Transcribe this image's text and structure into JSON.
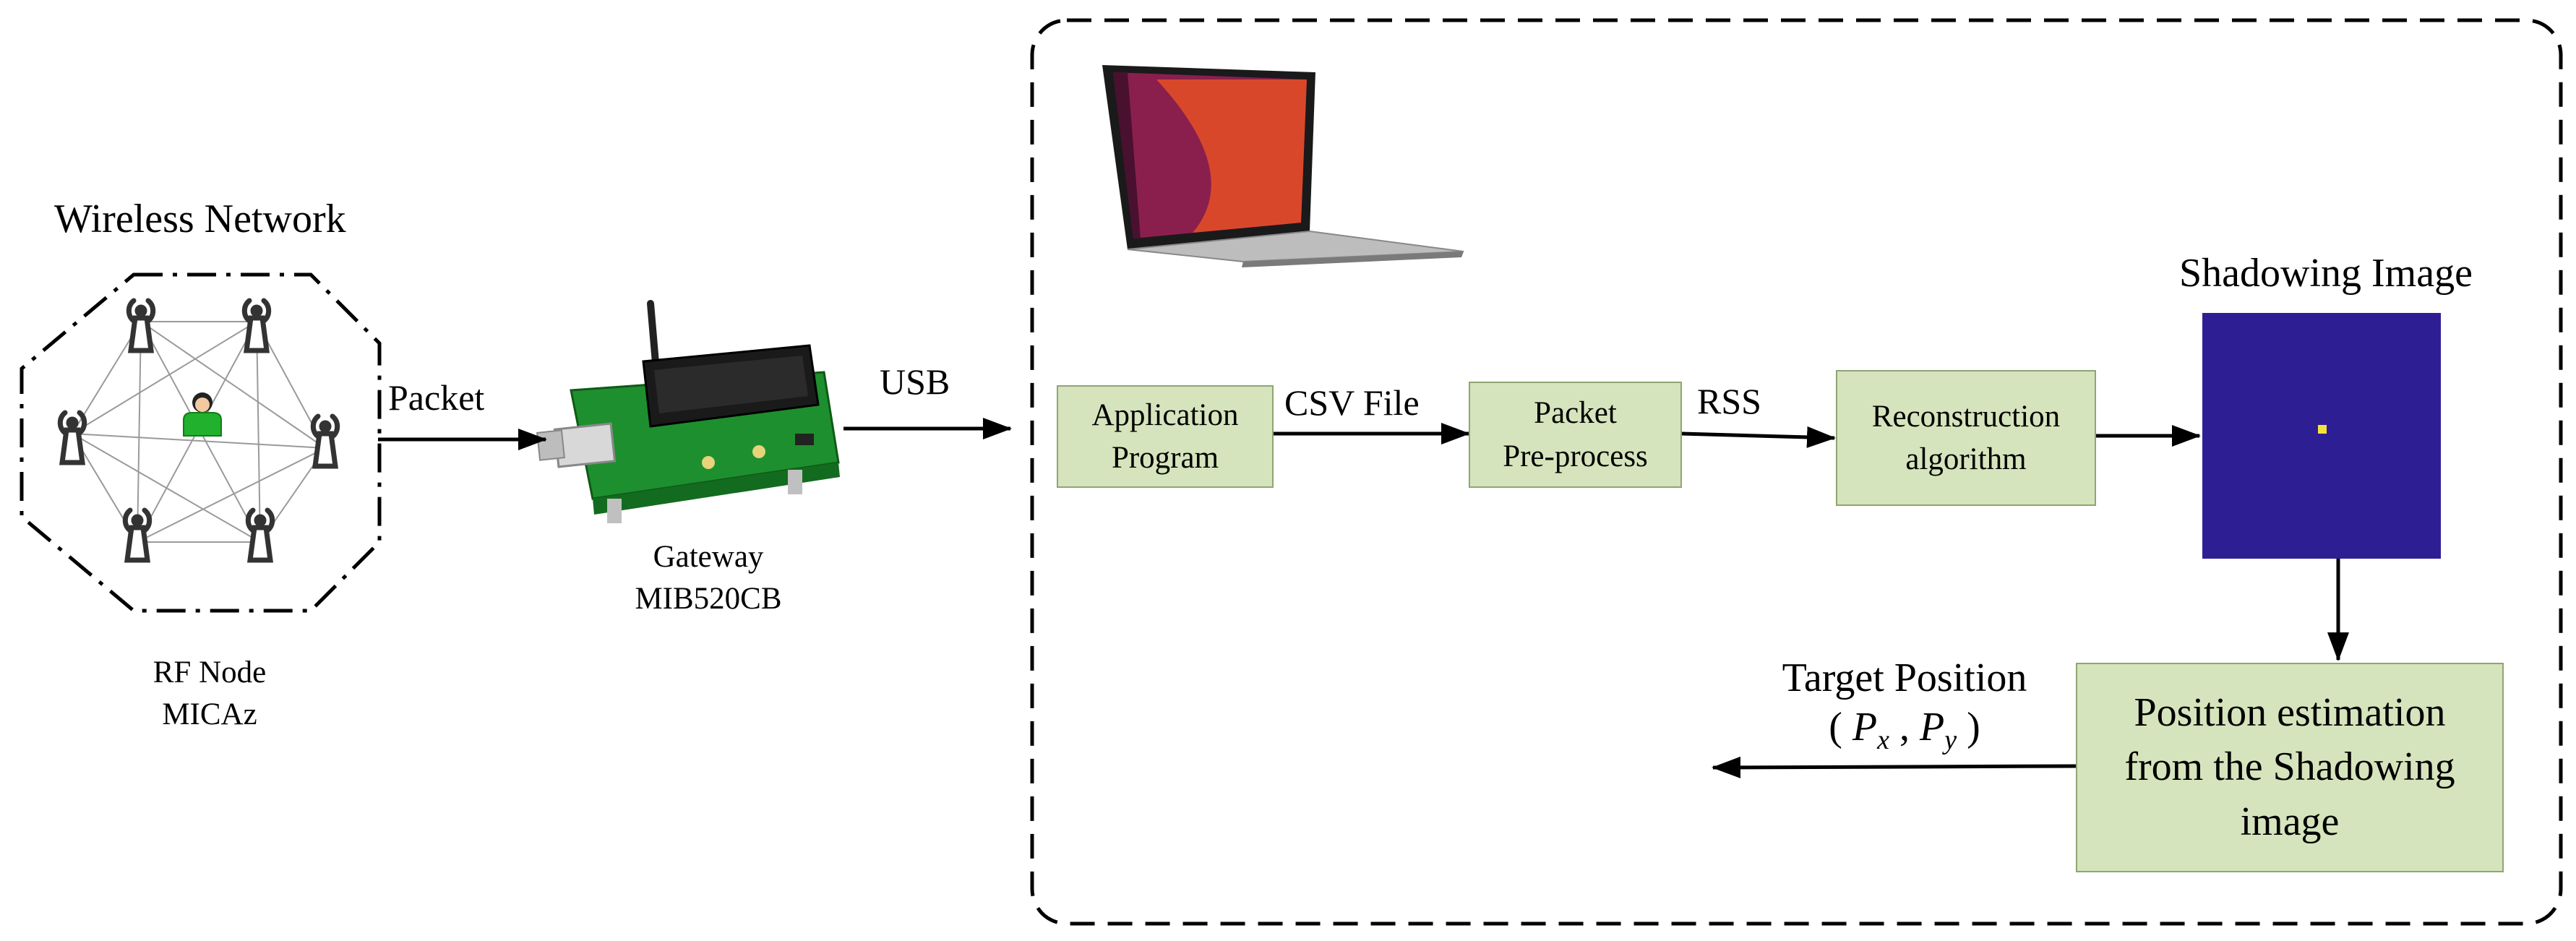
{
  "wireless_network": {
    "title": "Wireless Network",
    "node_label_line1": "RF Node",
    "node_label_line2": "MICAz"
  },
  "gateway": {
    "label_line1": "Gateway",
    "label_line2": "MIB520CB"
  },
  "links": {
    "packet": "Packet",
    "usb": "USB",
    "csv_file": "CSV File",
    "rss": "RSS"
  },
  "blocks": {
    "application_program": {
      "line1": "Application",
      "line2": "Program"
    },
    "packet_preprocess": {
      "line1": "Packet",
      "line2": "Pre-process"
    },
    "reconstruction": {
      "line1": "Reconstruction",
      "line2": "algorithm"
    },
    "position_estimation": {
      "line1": "Position estimation",
      "line2": "from the Shadowing",
      "line3": "image"
    }
  },
  "shadowing_image": {
    "title": "Shadowing Image",
    "background_color": "#2e1e94",
    "target_color": "#f4e23a"
  },
  "target_position": {
    "title": "Target Position",
    "open": "(",
    "px_base": "P",
    "px_sub": "x",
    "comma": ",",
    "py_base": "P",
    "py_sub": "y",
    "close": ")"
  },
  "colors": {
    "block_fill": "#d5e4bc",
    "block_border": "#8fa572",
    "node_person": "#21b12c"
  }
}
